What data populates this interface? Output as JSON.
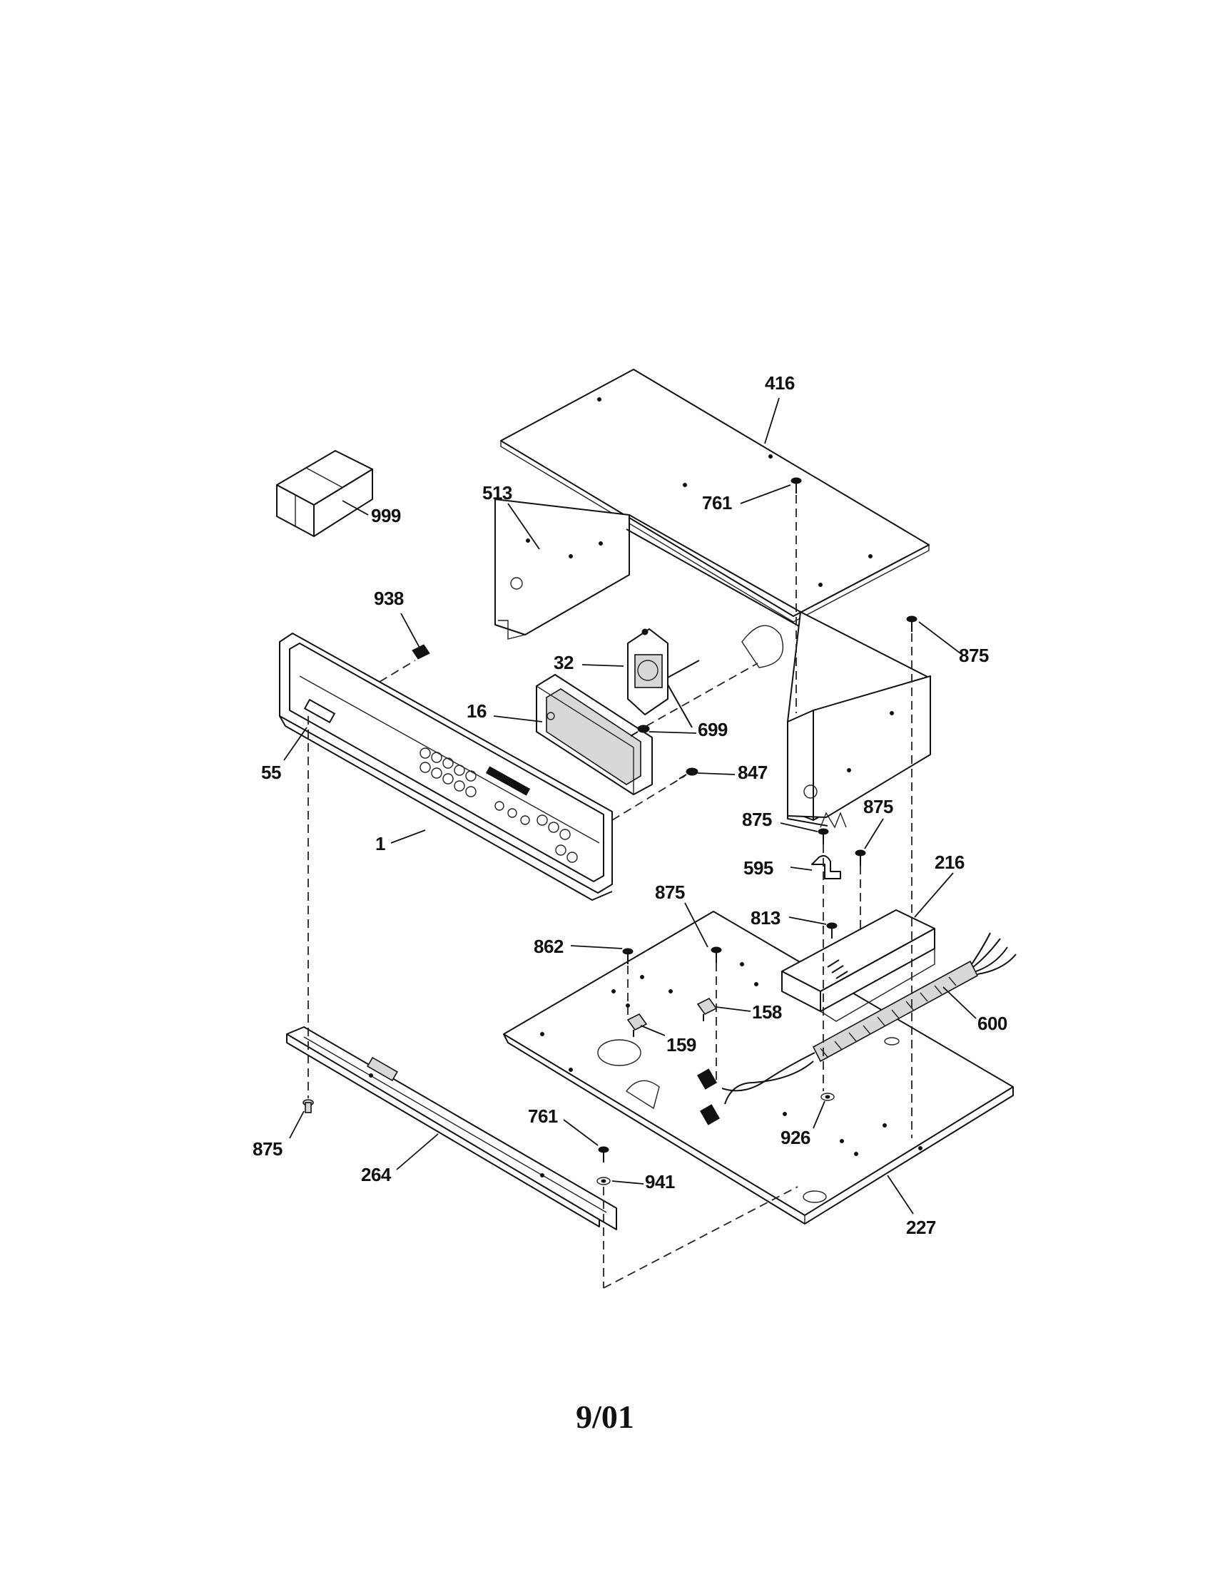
{
  "labels": {
    "p416": "416",
    "p761_top": "761",
    "p513": "513",
    "p999": "999",
    "p938": "938",
    "p875_right_top": "875",
    "p32": "32",
    "p16": "16",
    "p699": "699",
    "p55": "55",
    "p847": "847",
    "p1": "1",
    "p875_mid_a": "875",
    "p875_mid_b": "875",
    "p595": "595",
    "p216": "216",
    "p875_center": "875",
    "p813": "813",
    "p862": "862",
    "p158": "158",
    "p600": "600",
    "p159": "159",
    "p761_bottom": "761",
    "p926": "926",
    "p875_left": "875",
    "p264": "264",
    "p941": "941",
    "p227": "227"
  },
  "footer": {
    "date": "9/01"
  }
}
